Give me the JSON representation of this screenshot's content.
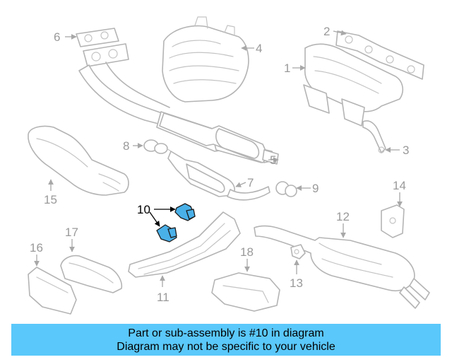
{
  "callouts": {
    "c1": "1",
    "c2": "2",
    "c3": "3",
    "c4": "4",
    "c5": "5",
    "c6": "6",
    "c7": "7",
    "c8": "8",
    "c9": "9",
    "c10": "10",
    "c11": "11",
    "c12": "12",
    "c13": "13",
    "c14": "14",
    "c15": "15",
    "c16": "16",
    "c17": "17",
    "c18": "18"
  },
  "highlight": {
    "color": "#4ab0e8",
    "part": "10"
  },
  "banner": {
    "line1": "Part or sub-assembly is #10 in diagram",
    "line2": "Diagram may not be specific to your vehicle",
    "color": "#5ac8fa"
  }
}
